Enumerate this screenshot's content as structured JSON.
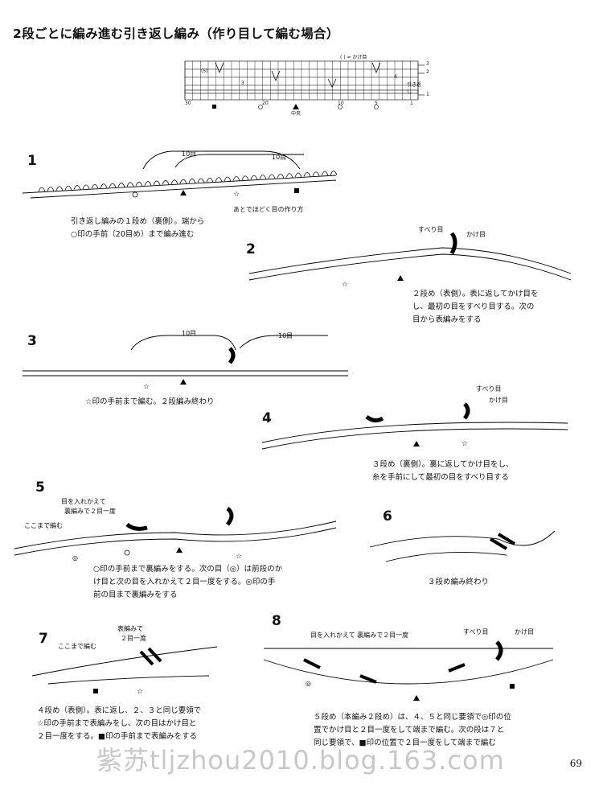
{
  "title": "2段ごとに編み進む引き返し編み（作り目して編む場合）",
  "chart": {
    "legend": "( ) = かけ目",
    "row_labels": [
      "3",
      "2",
      "1"
    ],
    "side_label": "引き返し",
    "bottom_numbers": [
      "30",
      "20",
      "10",
      "5",
      "1"
    ],
    "center_label": "中央",
    "left_marks": [
      "(5)",
      "3",
      "4"
    ]
  },
  "steps": [
    {
      "num": "1",
      "labels": [
        "10目",
        "10目",
        "あとでほどく目の作り方"
      ],
      "caption": [
        "引き返し編みの１段め（裏側）。端から",
        "○印の手前（20目め）まで編み進む"
      ]
    },
    {
      "num": "2",
      "labels": [
        "すべり目",
        "かけ目"
      ],
      "caption": [
        "２段め（表側）。表に返してかけ目を",
        "し、最初の目をすべり目する。次の",
        "目から表編みをする"
      ]
    },
    {
      "num": "3",
      "labels": [
        "10目",
        "10目"
      ],
      "caption": [
        "☆印の手前まで編む。２段編み終わり"
      ]
    },
    {
      "num": "4",
      "labels": [
        "すべり目",
        "かけ目"
      ],
      "caption": [
        "３段め（裏側）。裏に返してかけ目をし、",
        "糸を手前にして最初の目をすべり目する"
      ]
    },
    {
      "num": "5",
      "labels": [
        "目を入れかえて",
        "裏編みで２目一度",
        "ここまで編む"
      ],
      "caption": [
        "○印の手前まで裏編みをする。次の目（◎）は前段のか",
        "け目と次の目を入れかえて２目一度をする。◎印の手",
        "前の目まで裏編みをする"
      ]
    },
    {
      "num": "6",
      "labels": [],
      "caption": [
        "３段め編み終わり"
      ]
    },
    {
      "num": "7",
      "labels": [
        "表編みで",
        "２目一度",
        "ここまで編む"
      ],
      "caption": [
        "４段め（表側）。表に返し、２、３と同じ要領で",
        "☆印の手前まで表編みをし、次の目はかけ目と",
        "２目一度をする。■印の手前まで表編みをする"
      ]
    },
    {
      "num": "8",
      "labels": [
        "目を入れかえて 裏編みで２目一度",
        "すべり目",
        "かけ目"
      ],
      "caption": [
        "５段め（本編み２段め）は、４、５と同じ要領で◎印の位",
        "置でかけ目と２目一度をして端まで編む。次の段は７と",
        "同じ要領で、■印の位置で２目一度をして端まで編む"
      ]
    }
  ],
  "watermark": "紫苏tljzhou2010.blog.163.com",
  "page_number": "69"
}
